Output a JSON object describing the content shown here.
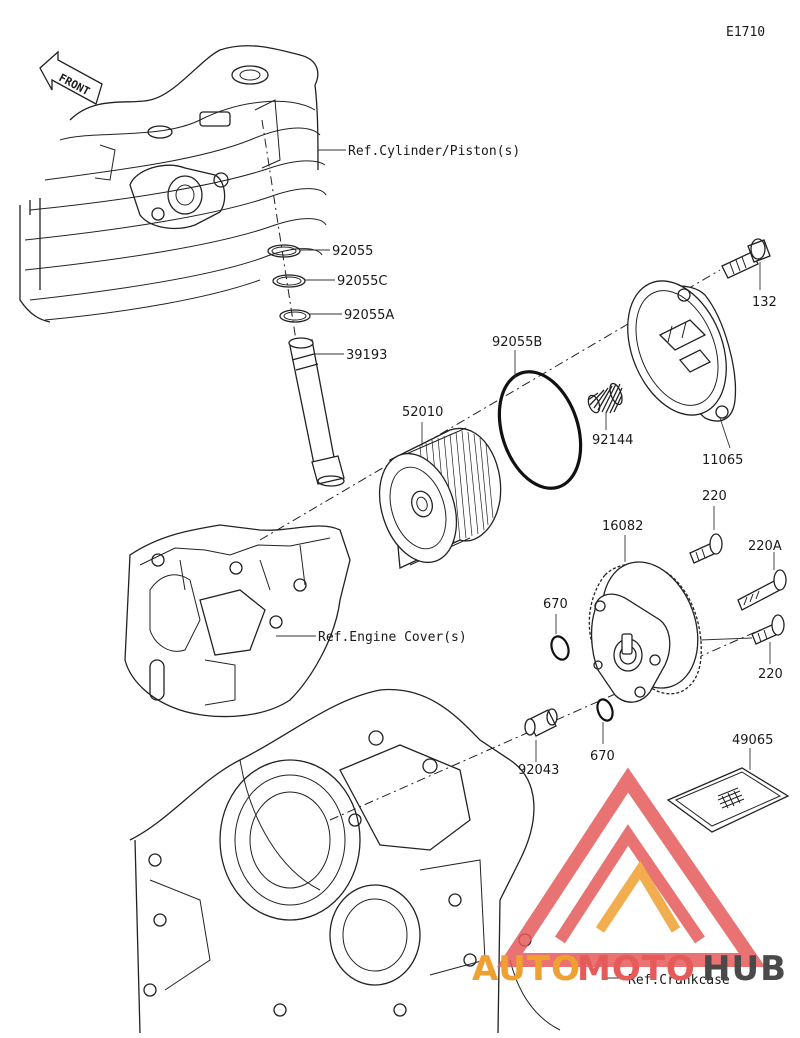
{
  "diagram_code": "E1710",
  "front_label": "FRONT",
  "refs": {
    "cylinder": "Ref.Cylinder/Piston(s)",
    "engine_cover": "Ref.Engine Cover(s)",
    "crankcase": "Ref.Crankcase"
  },
  "parts": {
    "p92055": "92055",
    "p92055C": "92055C",
    "p92055A": "92055A",
    "p39193": "39193",
    "p92055B": "92055B",
    "p52010": "52010",
    "p92144": "92144",
    "p11065": "11065",
    "p132": "132",
    "p220_top": "220",
    "p220A": "220A",
    "p220_bottom": "220",
    "p16082": "16082",
    "p670_top": "670",
    "p670_bottom": "670",
    "p92043": "92043",
    "p49065": "49065"
  },
  "watermark": {
    "part1": "AUTO",
    "part2": "MOTO",
    "part3": "HUB",
    "color_primary": "#f0a030",
    "color_secondary": "#e65a5a",
    "color_dark": "#4a4a4a"
  }
}
